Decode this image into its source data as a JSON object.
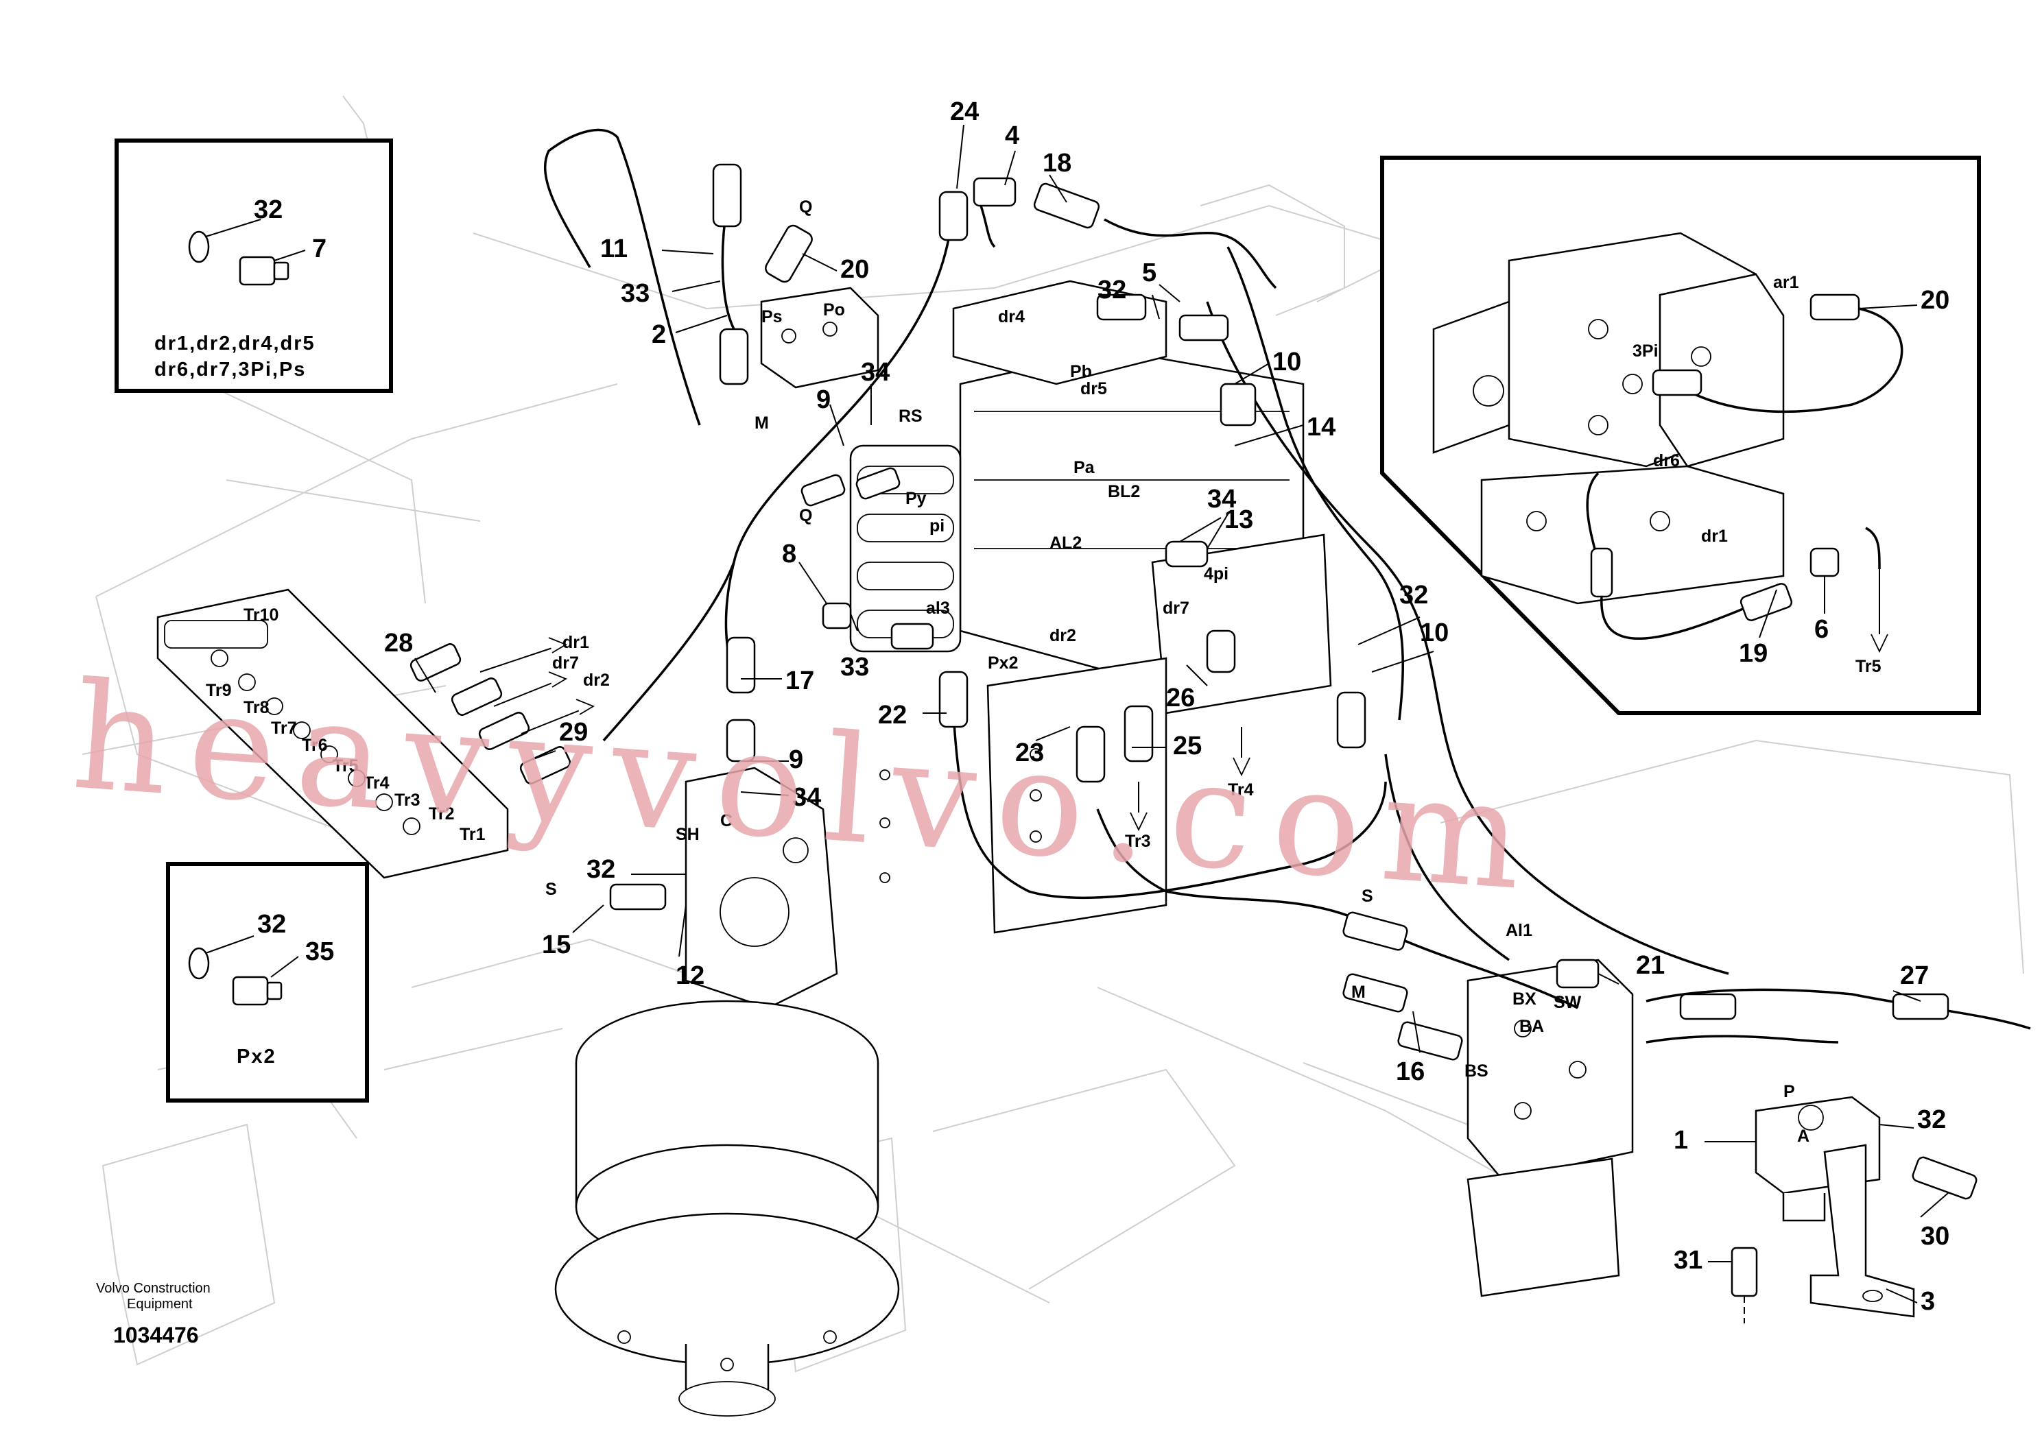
{
  "document": {
    "publisher_line1": "Volvo Construction",
    "publisher_line2": "Equipment",
    "drawing_number": "1034476",
    "watermark": "heavyvolvo.com"
  },
  "inset_boxes": {
    "top_left": {
      "part_numbers": [
        "32",
        "7"
      ],
      "caption_line1": "dr1,dr2,dr4,dr5",
      "caption_line2": "dr6,dr7,3Pi,Ps"
    },
    "bottom_left": {
      "part_numbers": [
        "32",
        "35"
      ],
      "caption": "Px2"
    },
    "right_detail": {
      "part_numbers": [
        "20",
        "19",
        "6"
      ],
      "port_labels": [
        "ar1",
        "3Pi",
        "dr6",
        "dr1",
        "Tr5"
      ]
    }
  },
  "callouts": {
    "upper": [
      "24",
      "4",
      "18",
      "11",
      "20",
      "33",
      "2",
      "32",
      "5",
      "10",
      "14",
      "9",
      "34",
      "8",
      "33",
      "34",
      "13"
    ],
    "middle": [
      "28",
      "29",
      "17",
      "9",
      "34",
      "22",
      "23",
      "25",
      "26",
      "32",
      "10"
    ],
    "lower": [
      "32",
      "15",
      "12",
      "16",
      "21",
      "27",
      "1",
      "32",
      "30",
      "31",
      "3"
    ]
  },
  "port_labels": {
    "valve_top": [
      "Q",
      "Ps",
      "Po",
      "M",
      "dr4",
      "Pb",
      "dr5",
      "RS",
      "Pa",
      "Py",
      "pi",
      "Q",
      "BL2",
      "AL2",
      "4pi",
      "al3",
      "dr7",
      "dr2",
      "Px2"
    ],
    "flow_arrows": [
      "dr1",
      "dr7",
      "dr2",
      "Tr3",
      "Tr4"
    ],
    "left_block": [
      "Tr10",
      "Tr9",
      "Tr8",
      "Tr7",
      "Tr6",
      "Tr5",
      "Tr4",
      "Tr3",
      "Tr2",
      "Tr1"
    ],
    "swing_motor": [
      "C",
      "SH",
      "S"
    ],
    "right_block": [
      "S",
      "Al1",
      "M",
      "BX",
      "SW",
      "BA",
      "BS",
      "P",
      "A"
    ]
  }
}
